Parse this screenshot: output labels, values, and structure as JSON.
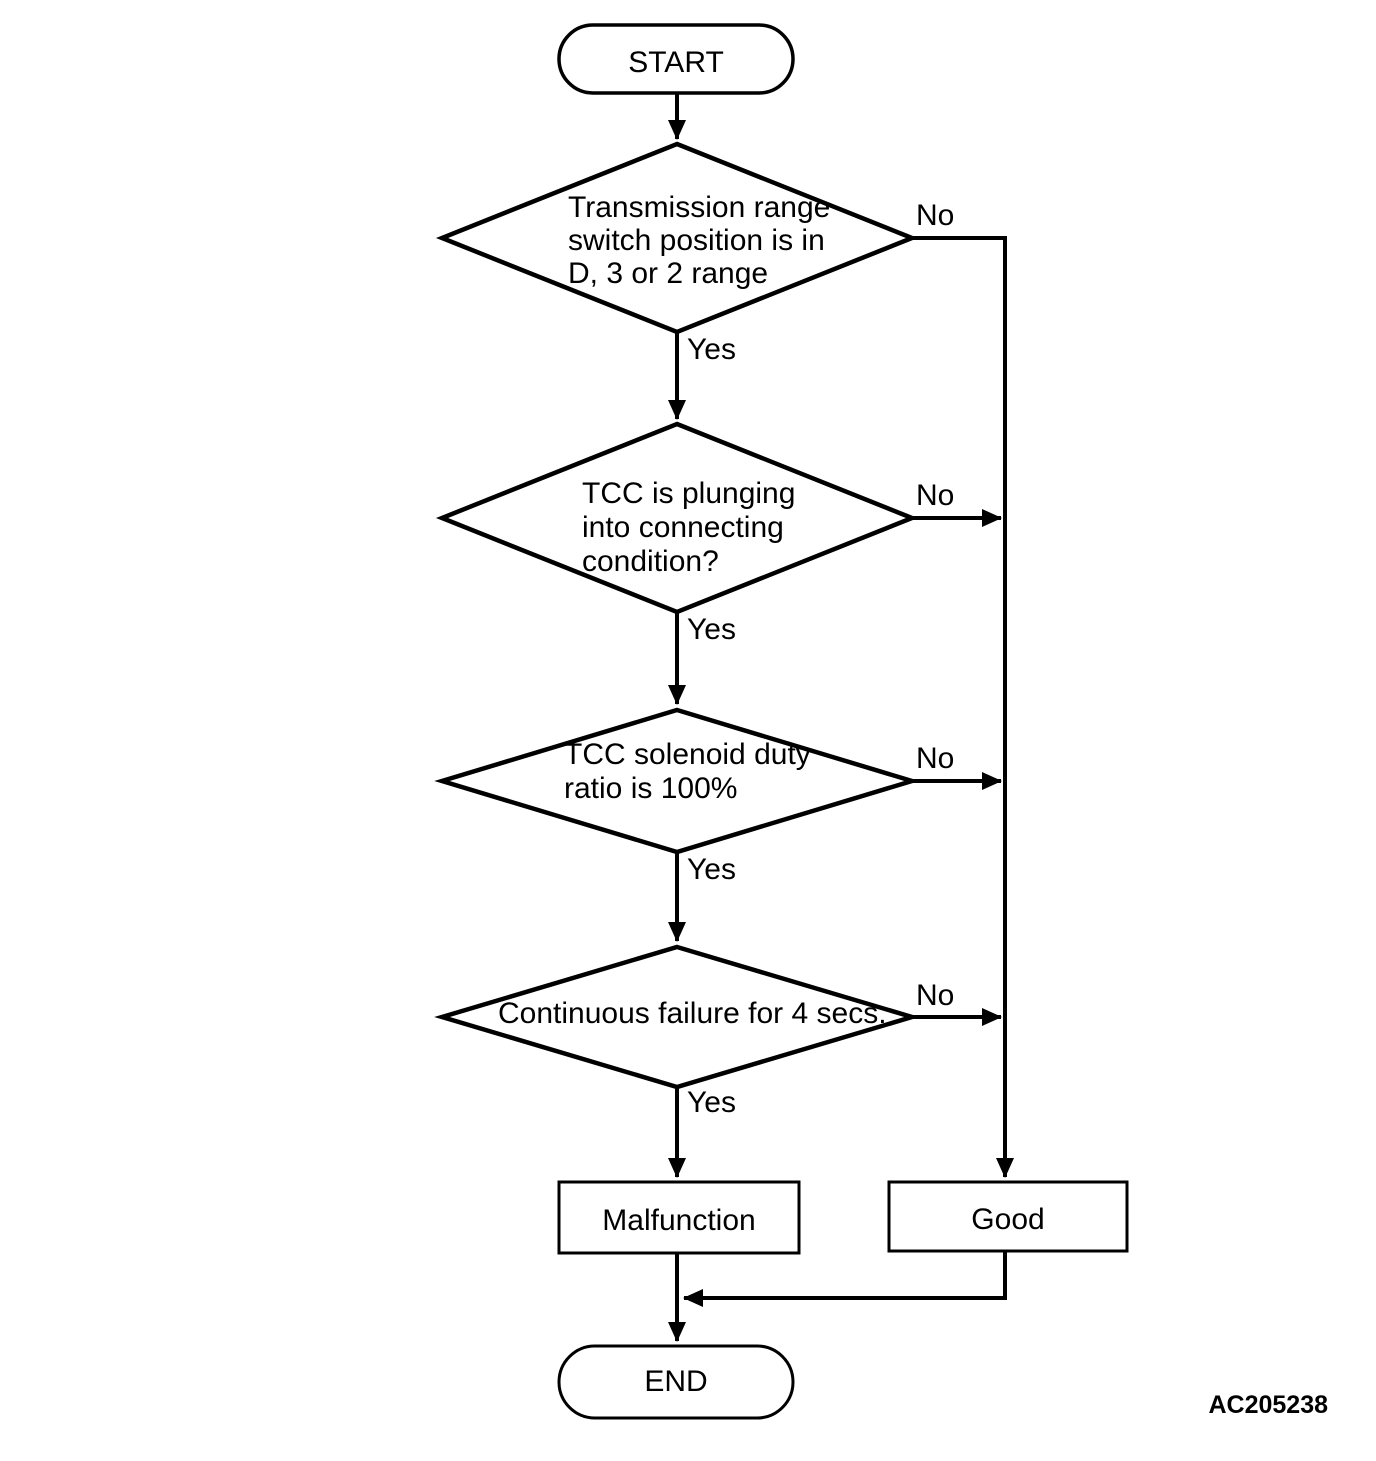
{
  "figure_label": "AC205238",
  "nodes": {
    "start": {
      "label": "START"
    },
    "decision_range": {
      "lines": [
        "Transmission range",
        "switch position is in",
        "D, 3 or 2 range"
      ]
    },
    "decision_tcc_connect": {
      "lines": [
        "TCC is plunging",
        "into connecting",
        "condition?"
      ]
    },
    "decision_duty_ratio": {
      "lines": [
        "TCC solenoid duty",
        "ratio is 100%"
      ]
    },
    "decision_failure": {
      "lines": [
        "Continuous failure for 4 secs."
      ]
    },
    "malfunction": {
      "label": "Malfunction"
    },
    "good": {
      "label": "Good"
    },
    "end": {
      "label": "END"
    }
  },
  "edges": {
    "yes_label": "Yes",
    "no_label": "No"
  },
  "colors": {
    "stroke": "#000000",
    "background": "#ffffff"
  }
}
